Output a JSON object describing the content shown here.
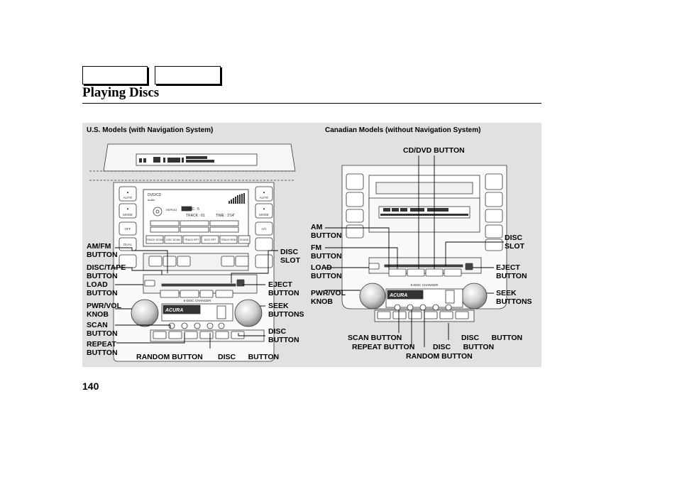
{
  "page": {
    "title": "Playing Discs",
    "page_number": "140"
  },
  "us": {
    "caption": "U.S. Models (with Navigation System)",
    "screen_mode": "DVD/CD",
    "screen_audio": "Audio",
    "screen_repeat": "REPEAT",
    "screen_disc": "DISC : 5",
    "screen_track": "TRACK : 01",
    "screen_time": "TIME : 3'14\"",
    "screen_keys": [
      "TRACK SCAN",
      "DISC SCAN",
      "TRACK RPT",
      "DISC RPT",
      "TRACK RDM",
      "SOUND"
    ],
    "brand": "ACURA",
    "changer": "6-DISC CHANGER",
    "labels": {
      "amfm": "AM/FM\nBUTTON",
      "disctape": "DISC/TAPE\nBUTTON",
      "load": "LOAD\nBUTTON",
      "pwrvol": "PWR/VOL\nKNOB",
      "scan": "SCAN\nBUTTON",
      "repeat": "REPEAT\nBUTTON",
      "random": "RANDOM BUTTON",
      "disc": "DISC      BUTTON",
      "discslot": "DISC\nSLOT",
      "eject": "EJECT\nBUTTON",
      "seek": "SEEK\nBUTTONS",
      "discbtn": "DISC\nBUTTON"
    }
  },
  "ca": {
    "caption": "Canadian Models (without Navigation System)",
    "brand": "ACURA",
    "changer": "6-DISC CHANGER",
    "labels": {
      "cddvd": "CD/DVD BUTTON",
      "am": "AM\nBUTTON",
      "fm": "FM\nBUTTON",
      "load": "LOAD\nBUTTON",
      "pwrvol": "PWR/VOL\nKNOB",
      "discslot": "DISC\nSLOT",
      "eject": "EJECT\nBUTTON",
      "seek": "SEEK\nBUTTONS",
      "scan": "SCAN BUTTON",
      "discdown": "DISC      BUTTON",
      "repeat": "REPEAT BUTTON",
      "discup": "DISC      BUTTON",
      "random": "RANDOM BUTTON"
    }
  }
}
